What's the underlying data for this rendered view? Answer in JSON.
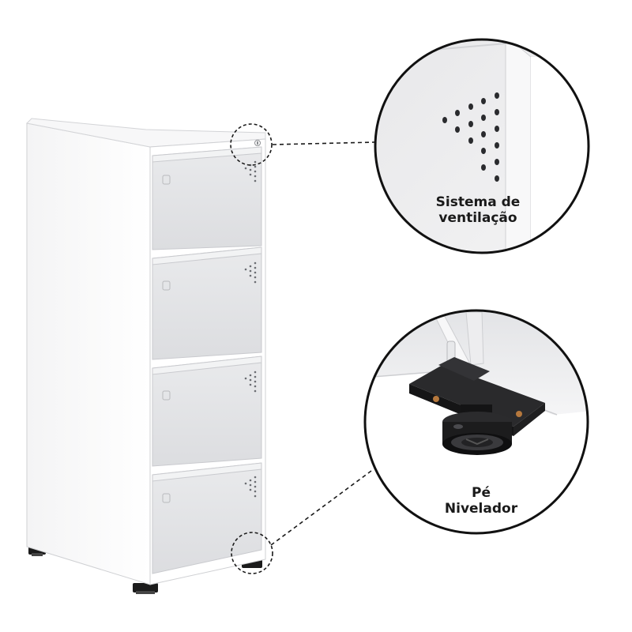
{
  "product": {
    "drawer_count": 4
  },
  "callouts": {
    "ventilation": {
      "line1": "Sistema de",
      "line2": "ventilação"
    },
    "leveling_foot": {
      "line1": "Pé",
      "line2": "Nivelador"
    }
  },
  "colors": {
    "cabinet_white": "#ffffff",
    "drawer_gray": "#e2e3e5",
    "outline": "#1a1a1a",
    "foot_black": "#1b1b1b"
  }
}
